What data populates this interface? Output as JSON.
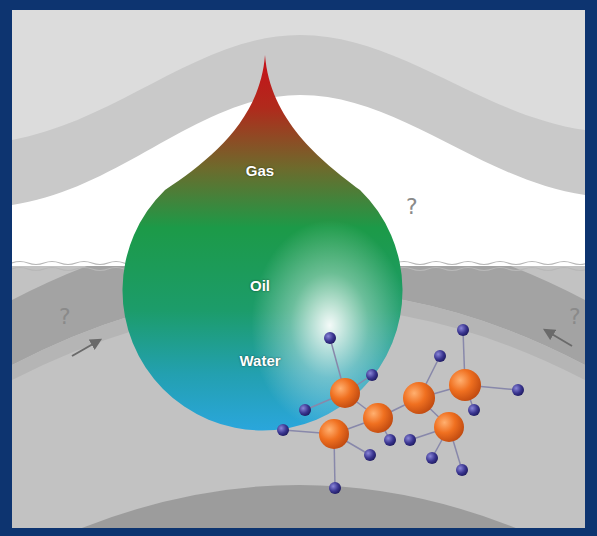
{
  "diagram": {
    "nodes": [
      {
        "text": [
          "Gas",
          "Oil",
          "Water"
        ]
      }
    ],
    "labels": [
      "?",
      "?",
      "?"
    ]
  }
}
